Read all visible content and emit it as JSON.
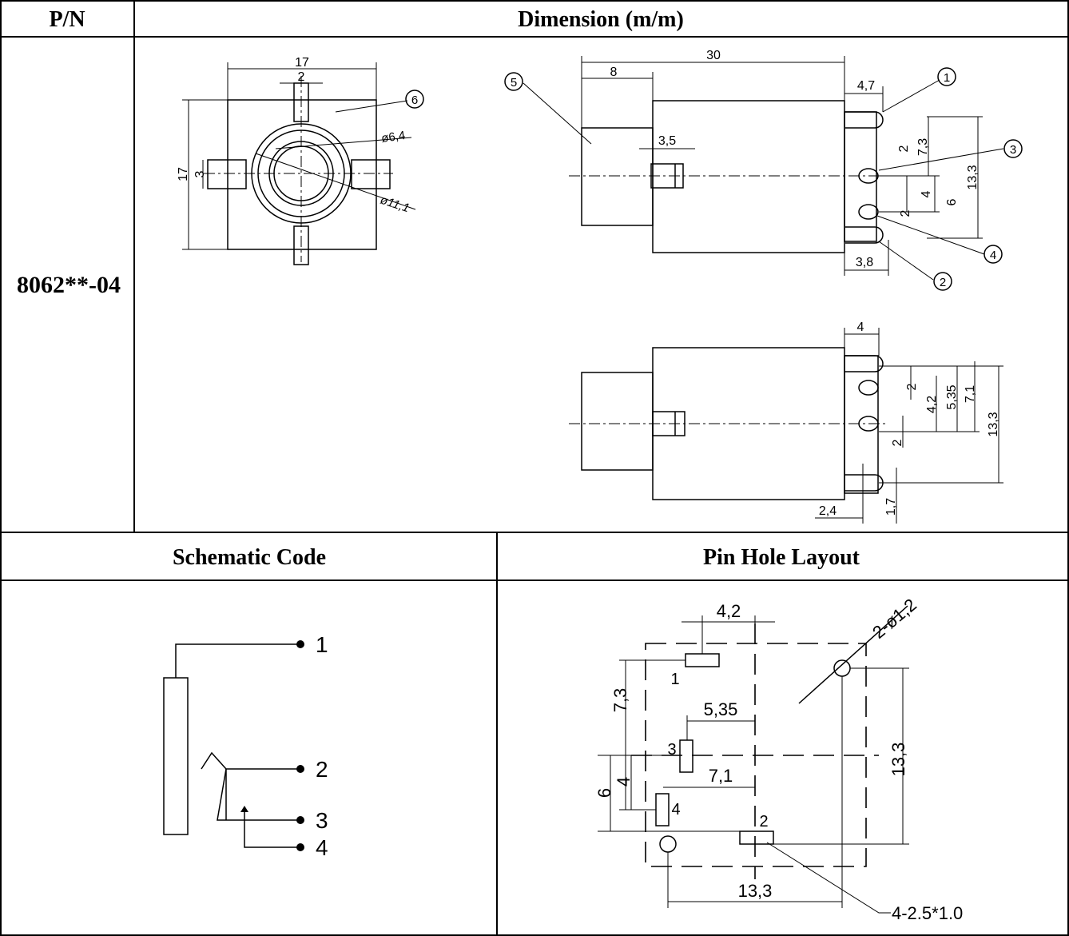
{
  "table": {
    "header_pn": "P/N",
    "header_dimension": "Dimension (m/m)",
    "part_number": "8062**-04",
    "header_schematic": "Schematic Code",
    "header_pin_layout": "Pin Hole Layout"
  },
  "front_view": {
    "dim_width": "17",
    "dim_height": "17",
    "dim_slot_top": "2",
    "dim_slot_side": "3",
    "dim_inner_dia": "ø6,4",
    "dim_outer_dia": "ø11,1",
    "callout": "6"
  },
  "side_view": {
    "dim_length": "30",
    "dim_front": "8",
    "dim_tab": "4,7",
    "dim_key": "3,5",
    "dim_pin_y1": "7,3",
    "dim_pin_y2": "2",
    "dim_total": "13,3",
    "dim_gap": "4",
    "dim_spacing": "6",
    "dim_pin_y3": "2",
    "dim_bottom_tab": "3,8",
    "callouts": [
      "1",
      "2",
      "3",
      "4",
      "5"
    ]
  },
  "top_view": {
    "dim_tab": "4",
    "dim_a": "2",
    "dim_b": "4,2",
    "dim_c": "5,35",
    "dim_d": "7,1",
    "dim_total": "13,3",
    "dim_e": "2",
    "dim_left": "2,4",
    "dim_right": "1,7"
  },
  "schematic": {
    "pins": [
      "1",
      "2",
      "3",
      "4"
    ]
  },
  "pin_layout": {
    "dim_top": "4,2",
    "dim_hole": "2-ø1,2",
    "dim_left_outer": "7,3",
    "dim_mid": "5,35",
    "dim_row": "7,1",
    "dim_right": "13,3",
    "dim_6": "6",
    "dim_4": "4",
    "dim_bottom": "13,3",
    "pin_labels": [
      "1",
      "3",
      "4",
      "2"
    ],
    "slot_note": "4-2.5*1.0"
  }
}
